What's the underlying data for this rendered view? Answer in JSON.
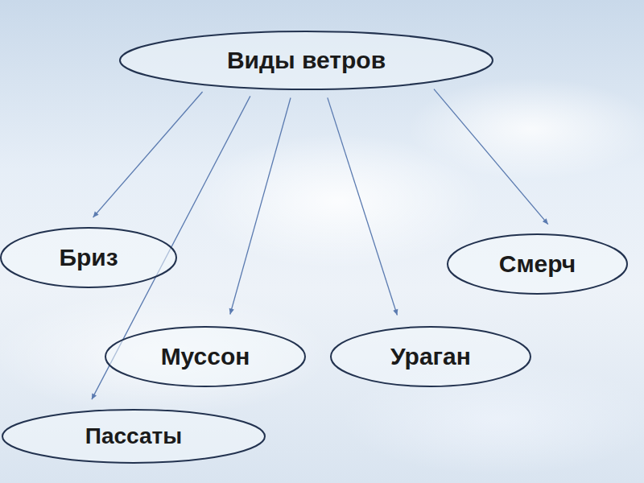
{
  "diagram": {
    "nodes": [
      {
        "text": [
          "Виды ветров"
        ]
      },
      {
        "text": [
          "Бриз"
        ]
      },
      {
        "text": [
          "Смерч"
        ]
      },
      {
        "text": [
          "Муссон"
        ]
      },
      {
        "text": [
          "Ураган"
        ]
      },
      {
        "text": [
          "Пассаты"
        ]
      }
    ],
    "edges": [
      {
        "from": 0,
        "to": 1,
        "arrow": "to"
      },
      {
        "from": 0,
        "to": 5,
        "arrow": "to"
      },
      {
        "from": 0,
        "to": 3,
        "arrow": "to"
      },
      {
        "from": 0,
        "to": 4,
        "arrow": "to"
      },
      {
        "from": 0,
        "to": 2,
        "arrow": "to"
      }
    ]
  }
}
